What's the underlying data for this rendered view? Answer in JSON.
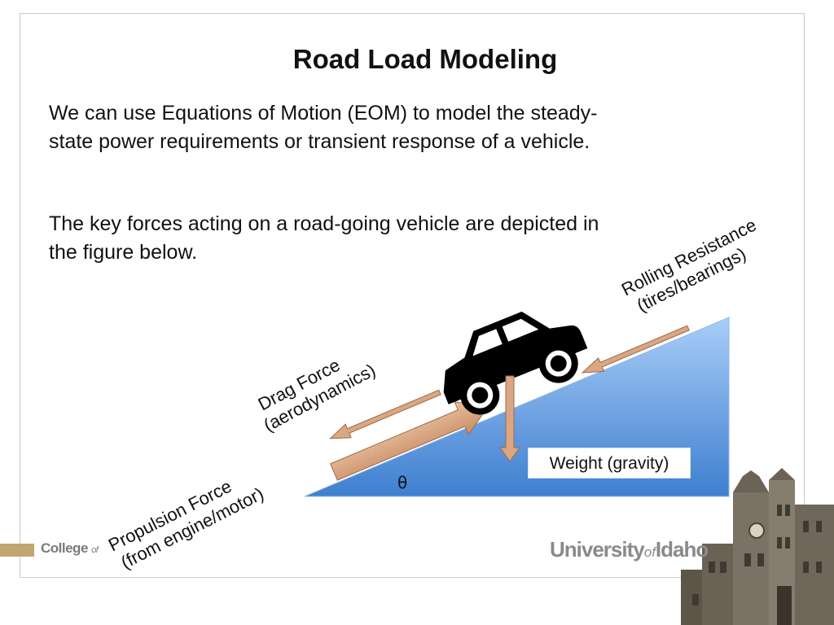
{
  "slide": {
    "title": "Road Load Modeling",
    "paragraph_1": "We can use Equations of Motion (EOM) to model the steady-state power requirements or transient response of a vehicle.",
    "paragraph_2": "The key forces acting on a road-going vehicle are depicted in the figure below."
  },
  "diagram": {
    "labels": {
      "rolling_line1": "Rolling Resistance",
      "rolling_line2": "(tires/bearings)",
      "drag_line1": "Drag Force",
      "drag_line2": "(aerodynamics)",
      "propulsion_line1": "Propulsion Force",
      "propulsion_line2": "(from engine/motor)",
      "weight": "Weight (gravity)",
      "angle": "θ"
    },
    "colors": {
      "ramp_top": "#a9cdf7",
      "ramp_bottom": "#3e7fd0",
      "force_arrow": "#d9a784",
      "car": "#000000"
    }
  },
  "footer": {
    "college": "College",
    "college_suffix": "of",
    "university_left": "University",
    "university_of": "of",
    "university_right": "Idaho"
  }
}
